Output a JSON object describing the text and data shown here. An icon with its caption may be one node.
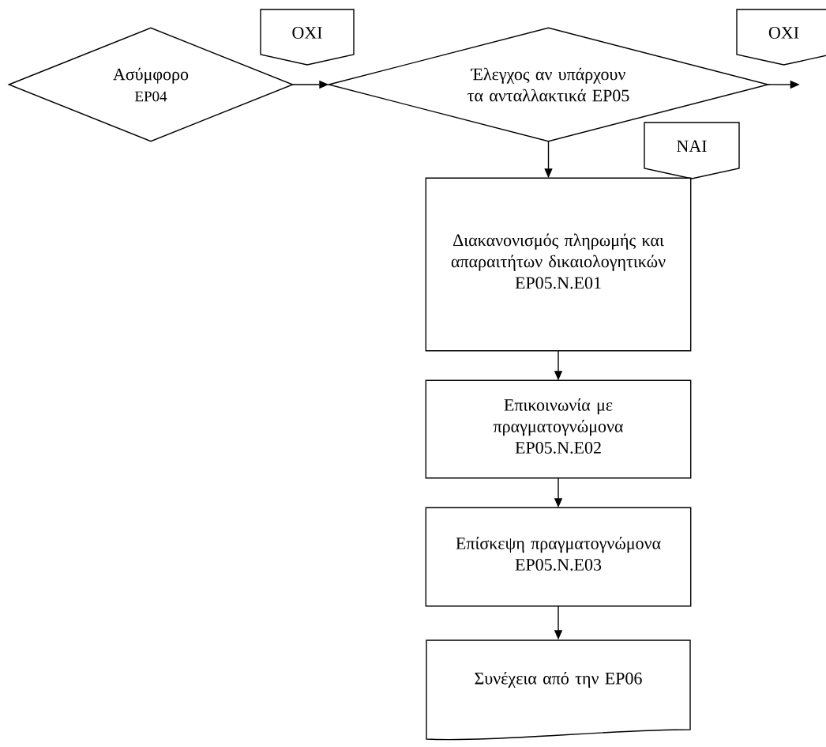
{
  "diagram": {
    "nodes": [
      {
        "text": [
          "Ασύμφορο",
          "EP04"
        ]
      },
      {
        "text": [
          "OXI"
        ]
      },
      {
        "text": [
          "Έλεγχος αν υπάρχουν τα ανταλλακτικά EP05"
        ]
      },
      {
        "text": [
          "OXI"
        ]
      },
      {
        "text": [
          "NAI"
        ]
      },
      {
        "text": [
          "Διακανονισμός πληρωμής και απαραιτήτων δικαιολογητικών",
          "EP05.N.E01"
        ]
      },
      {
        "text": [
          "Επικοινωνία με πραγματογνώμονα",
          "EP05.N.E02"
        ]
      },
      {
        "text": [
          "Επίσκεψη πραγματογνώμονα",
          "EP05.N.E03"
        ]
      },
      {
        "text": [
          "Συνέχεια από την EP06"
        ]
      }
    ],
    "edges": [
      {
        "from": 0,
        "to": 2,
        "arrow": "to"
      },
      {
        "from": 2,
        "to": null,
        "arrow": "to"
      },
      {
        "from": 2,
        "to": 5,
        "arrow": "to"
      },
      {
        "from": 5,
        "to": 6,
        "arrow": "to"
      },
      {
        "from": 6,
        "to": 7,
        "arrow": "to"
      },
      {
        "from": 7,
        "to": 8,
        "arrow": "to"
      }
    ]
  }
}
